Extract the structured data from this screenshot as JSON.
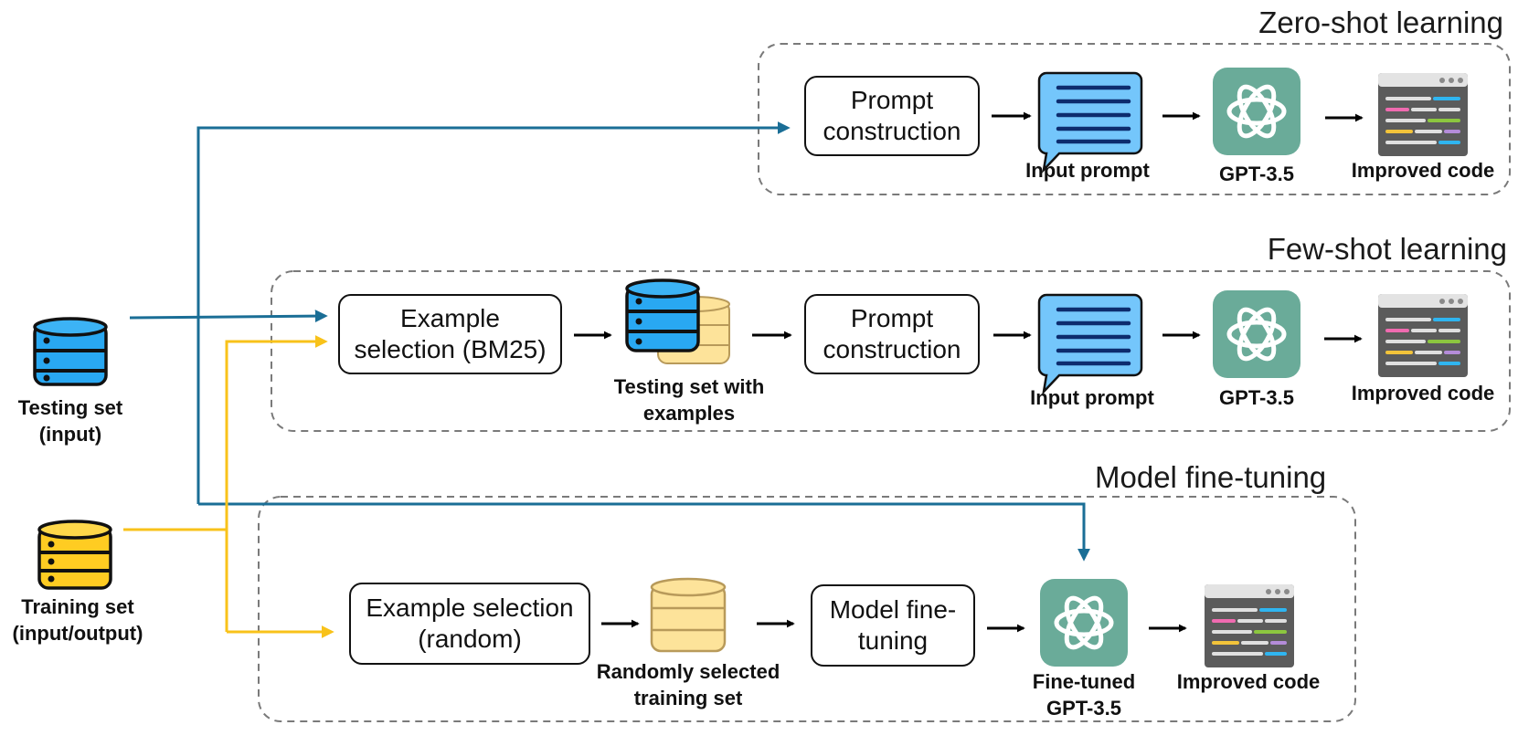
{
  "sections": {
    "zero_shot": {
      "title": "Zero-shot learning",
      "prompt_construction": "Prompt\nconstruction",
      "input_prompt": "Input prompt",
      "model": "GPT-3.5",
      "output": "Improved code"
    },
    "few_shot": {
      "title": "Few-shot learning",
      "example_selection": "Example\nselection (BM25)",
      "testing_with_examples": "Testing set with\nexamples",
      "prompt_construction": "Prompt\nconstruction",
      "input_prompt": "Input prompt",
      "model": "GPT-3.5",
      "output": "Improved code"
    },
    "fine_tuning": {
      "title": "Model fine-tuning",
      "example_selection": "Example selection\n(random)",
      "random_training": "Randomly selected\ntraining set",
      "model_fine_tuning": "Model fine-\ntuning",
      "model": "Fine-tuned\nGPT-3.5",
      "output": "Improved code"
    }
  },
  "inputs": {
    "testing_set": "Testing set\n(input)",
    "training_set": "Training set\n(input/output)"
  },
  "colors": {
    "testing_flow": "#1a6e96",
    "training_flow": "#f8c21a",
    "gpt_bg": "#6aab99",
    "db_blue": "#29a8f2",
    "db_yellow": "#ffcc22",
    "db_pale": "#fde39a",
    "bubble": "#74c6fb",
    "editor_bg": "#5b5b5b"
  }
}
